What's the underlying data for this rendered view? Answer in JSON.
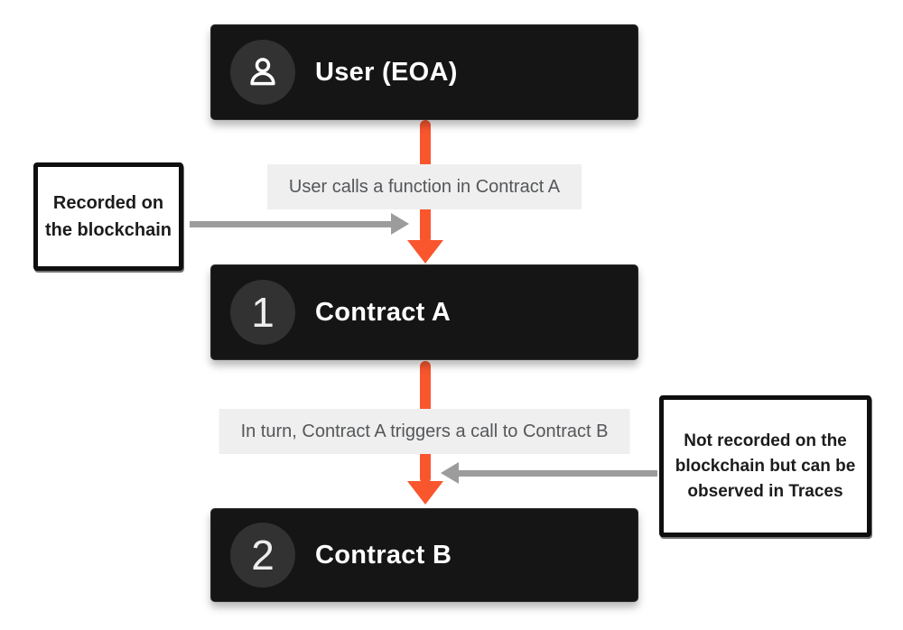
{
  "diagram": {
    "nodes": [
      {
        "id": "user-eoa",
        "label": "User (EOA)",
        "badge_icon": "user-icon"
      },
      {
        "id": "contract-a",
        "label": "Contract A",
        "badge": "1"
      },
      {
        "id": "contract-b",
        "label": "Contract B",
        "badge": "2"
      }
    ],
    "edge_labels": [
      "User calls a function in Contract A",
      "In turn, Contract A triggers a call to Contract B"
    ],
    "annotations": {
      "left": "Recorded on the blockchain",
      "right": "Not recorded on the blockchain but can be observed in Traces"
    },
    "colors": {
      "flow_arrow": "#f9562e",
      "node_background": "#151515",
      "badge_circle": "#323232",
      "node_text": "#ffffff",
      "edge_label_background": "#efefef",
      "edge_label_text": "#545659",
      "annotation_arrow": "#9c9c9c",
      "annotation_border": "#0f0f0f",
      "annotation_text": "#1c1c1c",
      "page_background": "#ffffff"
    }
  }
}
